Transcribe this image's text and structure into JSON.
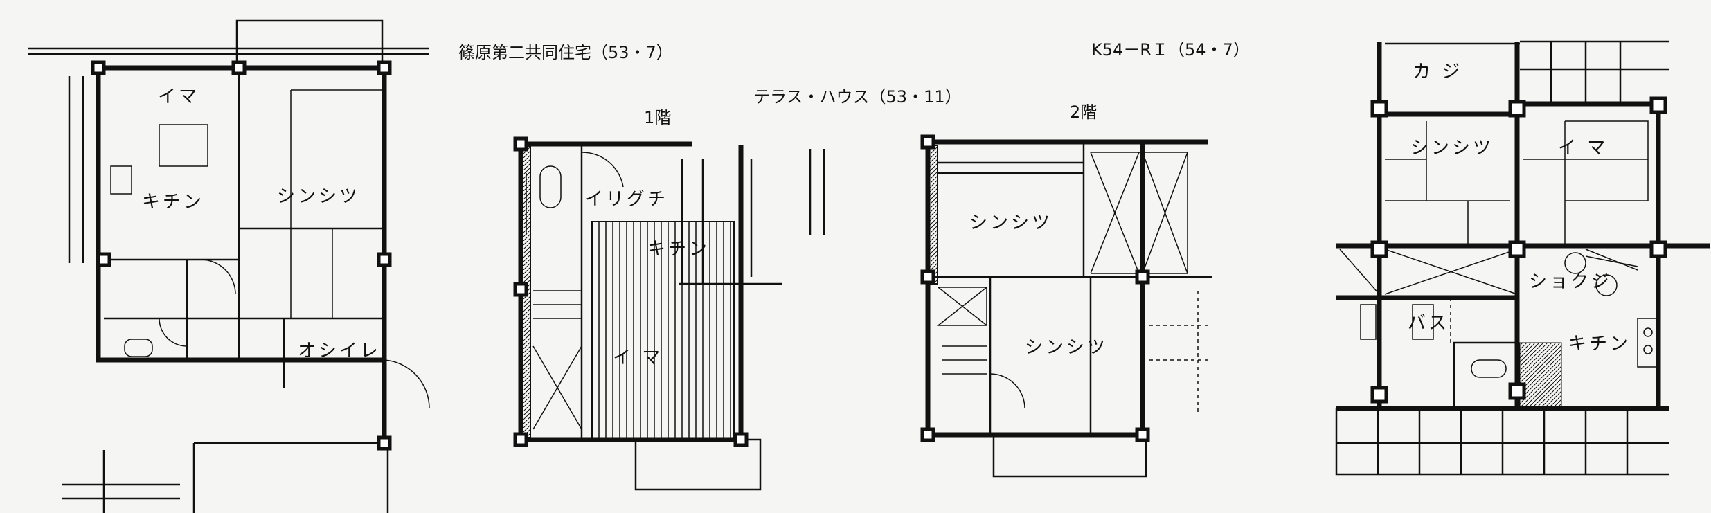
{
  "titles": {
    "shinohara": "篠原第二共同住宅（53・7）",
    "terrace": "テラス・ハウス（53・11）",
    "floor1": "1階",
    "floor2": "2階",
    "k54": "K54－RＩ（54・7）"
  },
  "plan_shinohara": {
    "rooms": {
      "ima": "イマ",
      "kitchen": "キチン",
      "shinshitsu": "シンシツ",
      "oshiire": "オシイレ"
    }
  },
  "plan_terrace_1f": {
    "rooms": {
      "iriguchi": "イリグチ",
      "kitchen": "キチン",
      "ima": "イ マ"
    }
  },
  "plan_terrace_2f": {
    "rooms": {
      "shinshitsu_1": "シンシツ",
      "shinshitsu_2": "シンシツ"
    }
  },
  "plan_k54": {
    "rooms": {
      "kaji": "カ ジ",
      "shinshitsu": "シンシツ",
      "ima": "イ マ",
      "shokuji": "ショクジ",
      "bath": "バス",
      "kitchen": "キチン"
    }
  }
}
